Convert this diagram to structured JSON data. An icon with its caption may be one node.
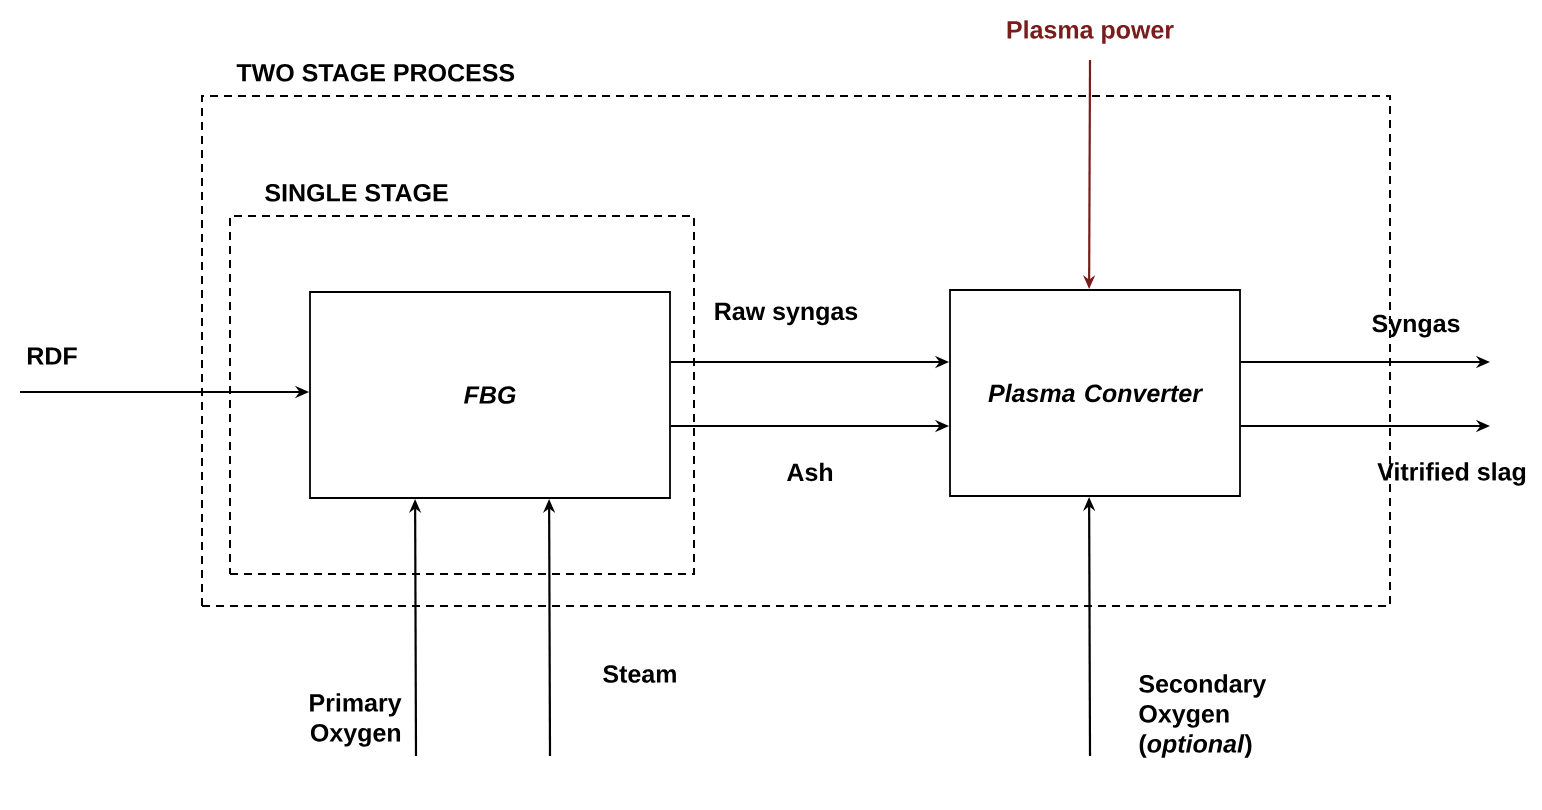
{
  "diagram": {
    "nodes": [
      {
        "text": [
          "TWO STAGE PROCESS"
        ]
      },
      {
        "text": [
          "SINGLE STAGE"
        ],
        "in": 0
      },
      {
        "text": [
          "FBG"
        ],
        "in": 1
      },
      {
        "text": [
          "Plasma Converter"
        ],
        "in": 0
      }
    ],
    "edges": [
      {
        "from": null,
        "to": 2,
        "arrow": "to",
        "label": "RDF"
      },
      {
        "from": 2,
        "to": 3,
        "arrow": "to",
        "label": "Raw syngas"
      },
      {
        "from": 2,
        "to": 3,
        "arrow": "to",
        "label": "Ash"
      },
      {
        "from": null,
        "to": 2,
        "arrow": "to",
        "label": "Primary Oxygen"
      },
      {
        "from": null,
        "to": 2,
        "arrow": "to",
        "label": "Steam"
      },
      {
        "from": null,
        "to": 3,
        "arrow": "to",
        "label": "Secondary Oxygen (*optional*)"
      },
      {
        "from": null,
        "to": 3,
        "arrow": "to",
        "label": "Plasma power",
        "color": "#7b1c1c"
      },
      {
        "from": 3,
        "to": null,
        "arrow": "to",
        "label": "Syngas"
      },
      {
        "from": 3,
        "to": null,
        "arrow": "to",
        "label": "Vitrified slag"
      }
    ]
  }
}
